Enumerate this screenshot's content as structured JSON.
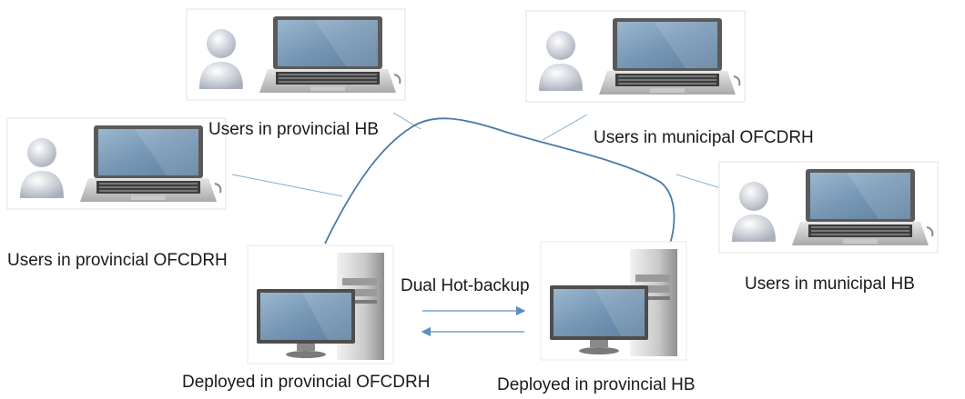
{
  "nodes": {
    "users_provincial_hb": {
      "label": "Users in  provincial HB",
      "type": "user-laptop"
    },
    "users_municipal_ofcdrh": {
      "label": "Users in  municipal OFCDRH",
      "type": "user-laptop"
    },
    "users_provincial_ofcdrh": {
      "label": "Users in  provincial OFCDRH",
      "type": "user-laptop"
    },
    "users_municipal_hb": {
      "label": "Users in  municipal HB",
      "type": "user-laptop"
    },
    "server_provincial_ofcdrh": {
      "label": "Deployed in  provincial OFCDRH",
      "type": "server-desktop"
    },
    "server_provincial_hb": {
      "label": "Deployed in provincial HB",
      "type": "server-desktop"
    }
  },
  "link_label": "Dual Hot-backup",
  "colors": {
    "network_curve": "#4a7aa8",
    "thin_link": "#7fb0d8",
    "arrow": "#5b8fc4",
    "screen": "#7e9fbd"
  }
}
